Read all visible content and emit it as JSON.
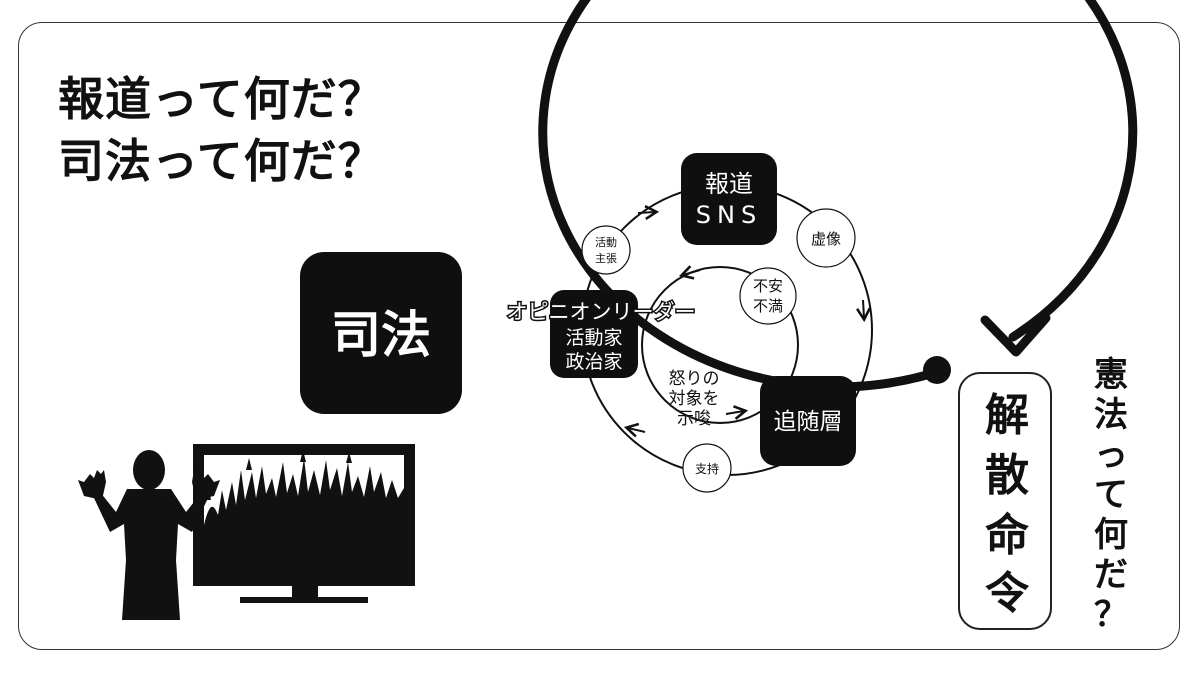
{
  "title": {
    "line1": "報道って何だ？",
    "line2": "司法って何だ？"
  },
  "nodes": {
    "judiciary": "司法",
    "media_line1": "報道",
    "media_line2": "SNS",
    "followers": "追随層",
    "leaders_label": "オピニオンリーダー",
    "leaders_line1": "活動家",
    "leaders_line2": "政治家"
  },
  "circles": {
    "activism_line1": "活動",
    "activism_line2": "主張",
    "illusion": "虚像",
    "anxiety_line1": "不安",
    "anxiety_line2": "不満",
    "support": "支持"
  },
  "anger_text": {
    "line1": "怒りの",
    "line2": "対象を",
    "line3": "示唆"
  },
  "dissolution": {
    "chars": [
      "解",
      "散",
      "命",
      "令"
    ]
  },
  "constitution": {
    "chars": [
      "憲",
      "法",
      "っ",
      "て",
      "何",
      "だ",
      "？"
    ]
  },
  "colors": {
    "box_fill": "#0f0f0f",
    "stroke": "#111111",
    "background": "#ffffff"
  },
  "icons": [
    "silhouette-person-icon",
    "tv-crowd-icon"
  ]
}
